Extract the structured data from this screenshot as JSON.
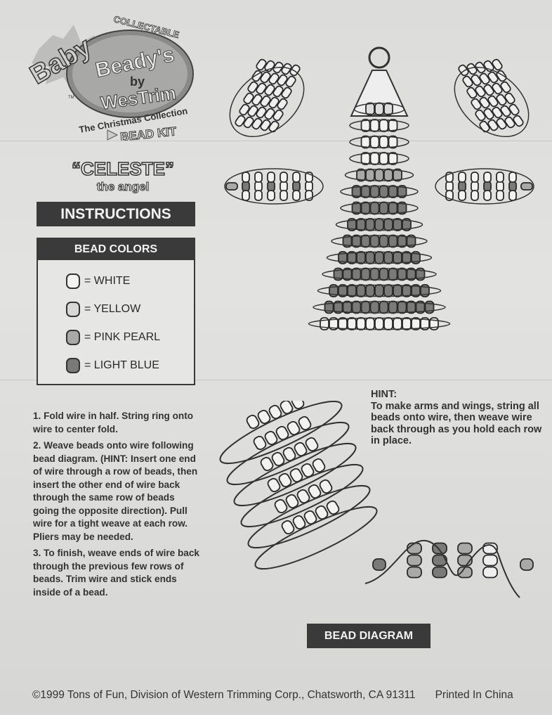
{
  "logo": {
    "baby": "Baby",
    "collectable": "COLLECTABLE",
    "beadys": "Beady's",
    "by": "by",
    "westrim": "WesTrim",
    "collection": "The Christmas Collection",
    "kit": "BEAD KIT",
    "tm": "TM"
  },
  "title": {
    "name": "“CELESTE”",
    "subtitle": "the angel"
  },
  "instructions_label": "INSTRUCTIONS",
  "bead_colors": {
    "heading": "BEAD COLORS",
    "items": [
      {
        "label": "= WHITE",
        "color": "#f2f2f0"
      },
      {
        "label": "= YELLOW",
        "color": "#d8d8d6"
      },
      {
        "label": "= PINK PEARL",
        "color": "#a9a9a7"
      },
      {
        "label": "= LIGHT BLUE",
        "color": "#7a7a78"
      }
    ]
  },
  "steps": [
    "1. Fold wire in half. String ring onto wire to center fold.",
    "2. Weave beads onto wire following bead diagram. (HINT: Insert one end of wire through a row of beads, then insert the other end of wire back through the same row of beads going the opposite direction). Pull wire for a tight weave at each row. Pliers may be needed.",
    "3. To finish, weave ends of wire back through the previous few rows of beads. Trim wire and stick ends inside of a bead."
  ],
  "hint": {
    "heading": "HINT:",
    "text": "To make arms and wings, string all beads onto wire, then weave wire back through as you hold each row in place."
  },
  "diagram_label": "BEAD DIAGRAM",
  "footer": {
    "copyright": "©1999 Tons of Fun, Division of Western Trimming Corp., Chatsworth, CA 91311",
    "printed": "Printed In China"
  }
}
